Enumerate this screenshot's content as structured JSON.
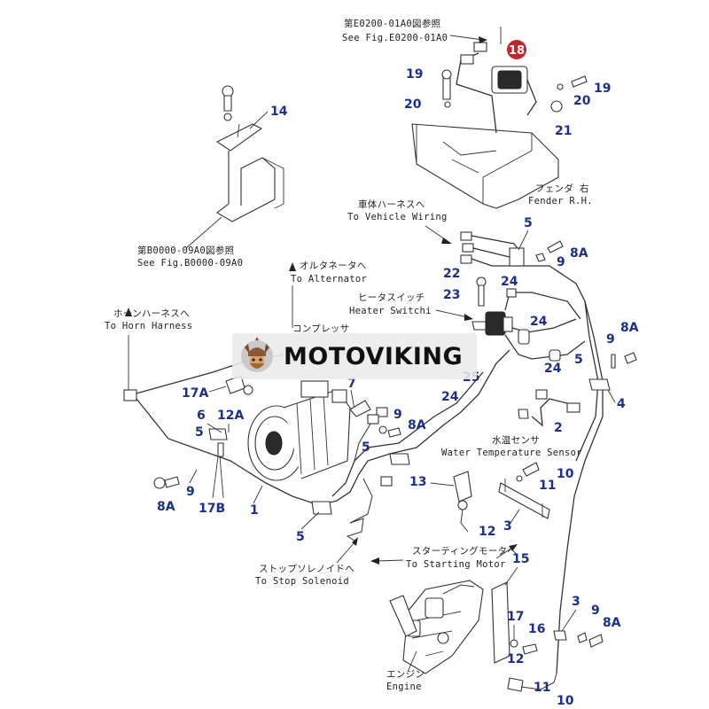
{
  "references": {
    "fig_e0200_jp": "第E0200-01A0図参照",
    "fig_e0200_en": "See Fig.E0200-01A0",
    "fig_b0000_jp": "第B0000-09A0図参照",
    "fig_b0000_en": "See Fig.B0000-09A0"
  },
  "annotations": {
    "fender_jp": "フェンダ 右",
    "fender_en": "Fender R.H.",
    "vehicle_wiring_jp": "車体ハーネスへ",
    "vehicle_wiring_en": "To Vehicle Wiring",
    "alternator_jp": "オルタネータへ",
    "alternator_en": "To Alternator",
    "heater_switch_jp": "ヒータスイッチ",
    "heater_switch_en": "Heater Switchi",
    "horn_harness_jp": "ホーンハーネスへ",
    "horn_harness_en": "To Horn Harness",
    "compressor_jp": "コンプレッサ",
    "water_temp_jp": "水温センサ",
    "water_temp_en": "Water Temperature Sensor",
    "stop_solenoid_jp": "ストップソレノイドへ",
    "stop_solenoid_en": "To Stop Solenoid",
    "starting_motor_jp": "スターティングモータへ",
    "starting_motor_en": "To Starting Motor",
    "engine_jp": "エンジン",
    "engine_en": "Engine"
  },
  "part_numbers": {
    "p18": "18",
    "p19a": "19",
    "p19b": "19",
    "p20a": "20",
    "p20b": "20",
    "p21": "21",
    "p14": "14",
    "p5a": "5",
    "p5b": "5",
    "p5c": "5",
    "p5d": "5",
    "p8Aa": "8A",
    "p8Ab": "8A",
    "p8Ac": "8A",
    "p8Ad": "8A",
    "p8Ae": "8A",
    "p9a": "9",
    "p9b": "9",
    "p9c": "9",
    "p9d": "9",
    "p9e": "9",
    "p22": "22",
    "p23": "23",
    "p24a": "24",
    "p24b": "24",
    "p24c": "24",
    "p24d": "24",
    "p25": "25",
    "p4": "4",
    "p7": "7",
    "p17A": "17A",
    "p6": "6",
    "p12A": "12A",
    "p2": "2",
    "p10a": "10",
    "p10b": "10",
    "p11a": "11",
    "p11b": "11",
    "p13": "13",
    "p3a": "3",
    "p3b": "3",
    "p1": "1",
    "p17B": "17B",
    "p12a": "12",
    "p12b": "12",
    "p15": "15",
    "p16": "16",
    "p17": "17"
  },
  "brand": {
    "name": "MOTOVIKING"
  },
  "colors": {
    "callout_blue": "#1c2f8c",
    "callout_badge_red": "#c0272d",
    "line": "#333333"
  }
}
